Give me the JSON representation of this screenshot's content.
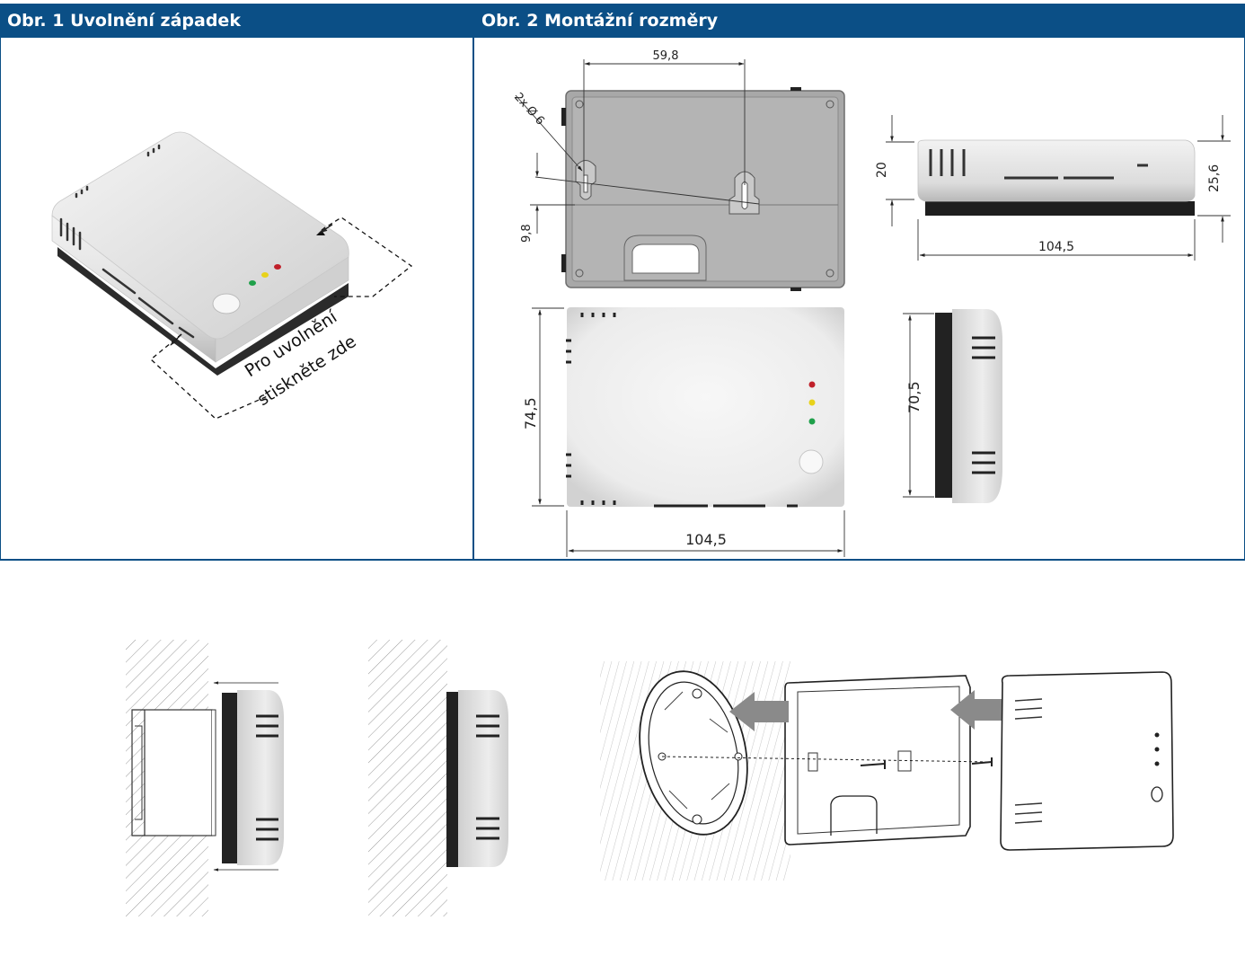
{
  "headers": {
    "fig1": "Obr. 1 Uvolnění západek",
    "fig2": "Obr. 2 Montážní rozměry"
  },
  "fig1": {
    "release_label_line1": "Pro uvolnění",
    "release_label_line2": "stiskněte zde"
  },
  "fig2": {
    "dim_hole_spacing": "59,8",
    "dim_hole_diameter": "2x Ø 6",
    "dim_hole_offset": "9,8",
    "dim_side_height": "20",
    "dim_side_total": "25,6",
    "dim_side_width": "104,5",
    "dim_front_height": "74,5",
    "dim_front_width": "104,5",
    "dim_profile_height": "70,5"
  },
  "colors": {
    "header_bg": "#0b4f86",
    "led_red": "#c0202a",
    "led_yellow": "#e8d21a",
    "led_green": "#1fa04a",
    "device_body": "#e6e6e6",
    "backplate": "#a9a9a9"
  }
}
